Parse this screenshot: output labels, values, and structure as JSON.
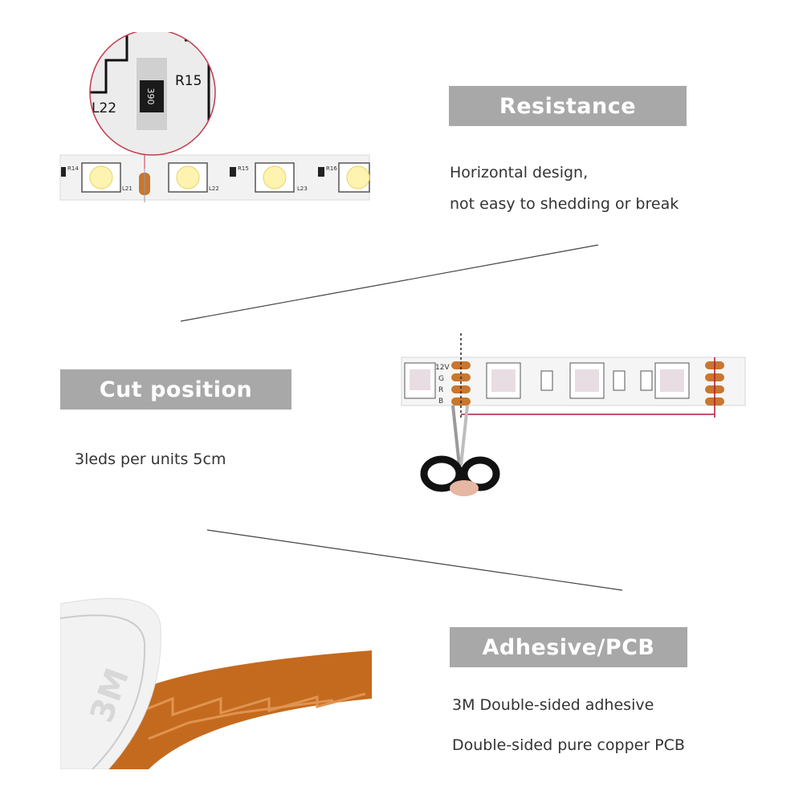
{
  "sections": {
    "resistance": {
      "title": "Resistance",
      "lines": [
        "Horizontal design,",
        "not easy to shedding or break"
      ]
    },
    "cut": {
      "title": "Cut position",
      "lines": [
        "3leds per units 5cm"
      ]
    },
    "adhesive": {
      "title": "Adhesive/PCB",
      "lines": [
        "3M Double-sided adhesive",
        "Double-sided pure copper PCB"
      ]
    }
  },
  "strip_labels": {
    "zoom_r": "R15",
    "zoom_l": "L22",
    "zoom_code": "390",
    "r14": "R14",
    "l21": "L21",
    "l22": "L22",
    "r15": "R15",
    "l23": "L23",
    "r16": "R16",
    "v12": "12V",
    "g": "G",
    "r": "R",
    "b": "B",
    "tape_brand": "3M"
  },
  "colors": {
    "label_bg": "#a8a8a8",
    "copper": "#c9762f",
    "pcb_white": "#f5f5f5",
    "cut_line": "#b2173a"
  }
}
